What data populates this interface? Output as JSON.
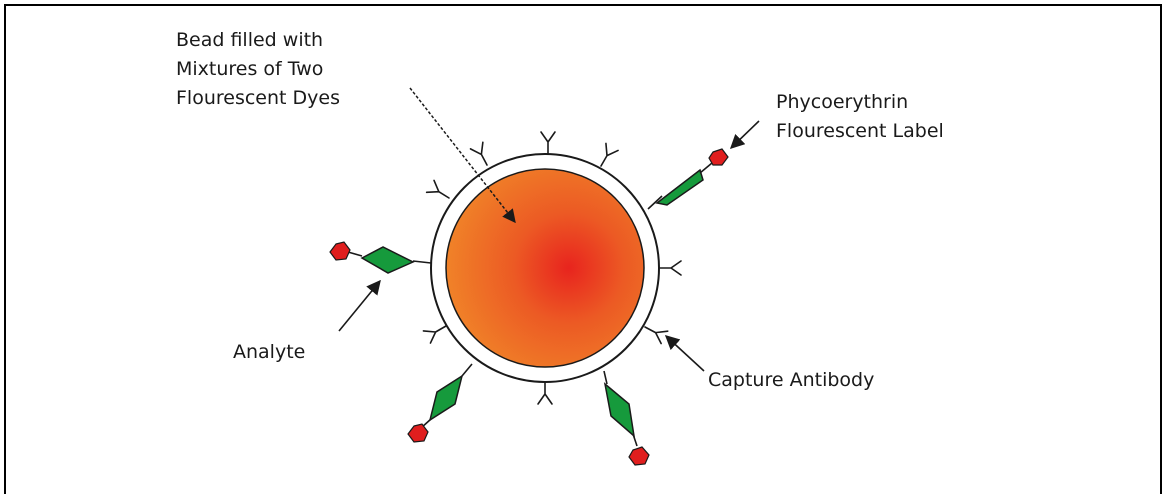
{
  "labels": {
    "bead": {
      "line1": "Bead filled with",
      "line2": "Mixtures of Two",
      "line3": "Flourescent Dyes"
    },
    "label": {
      "line1": "Phycoerythrin",
      "line2": "Flourescent Label"
    },
    "analyte": "Analyte",
    "capture": "Capture Antibody"
  },
  "colors": {
    "bead_center": "#e8241e",
    "bead_edge": "#f08228",
    "analyte": "#169a3c",
    "fluorescent_label": "#e01e1e",
    "line": "#1a1a1a"
  }
}
